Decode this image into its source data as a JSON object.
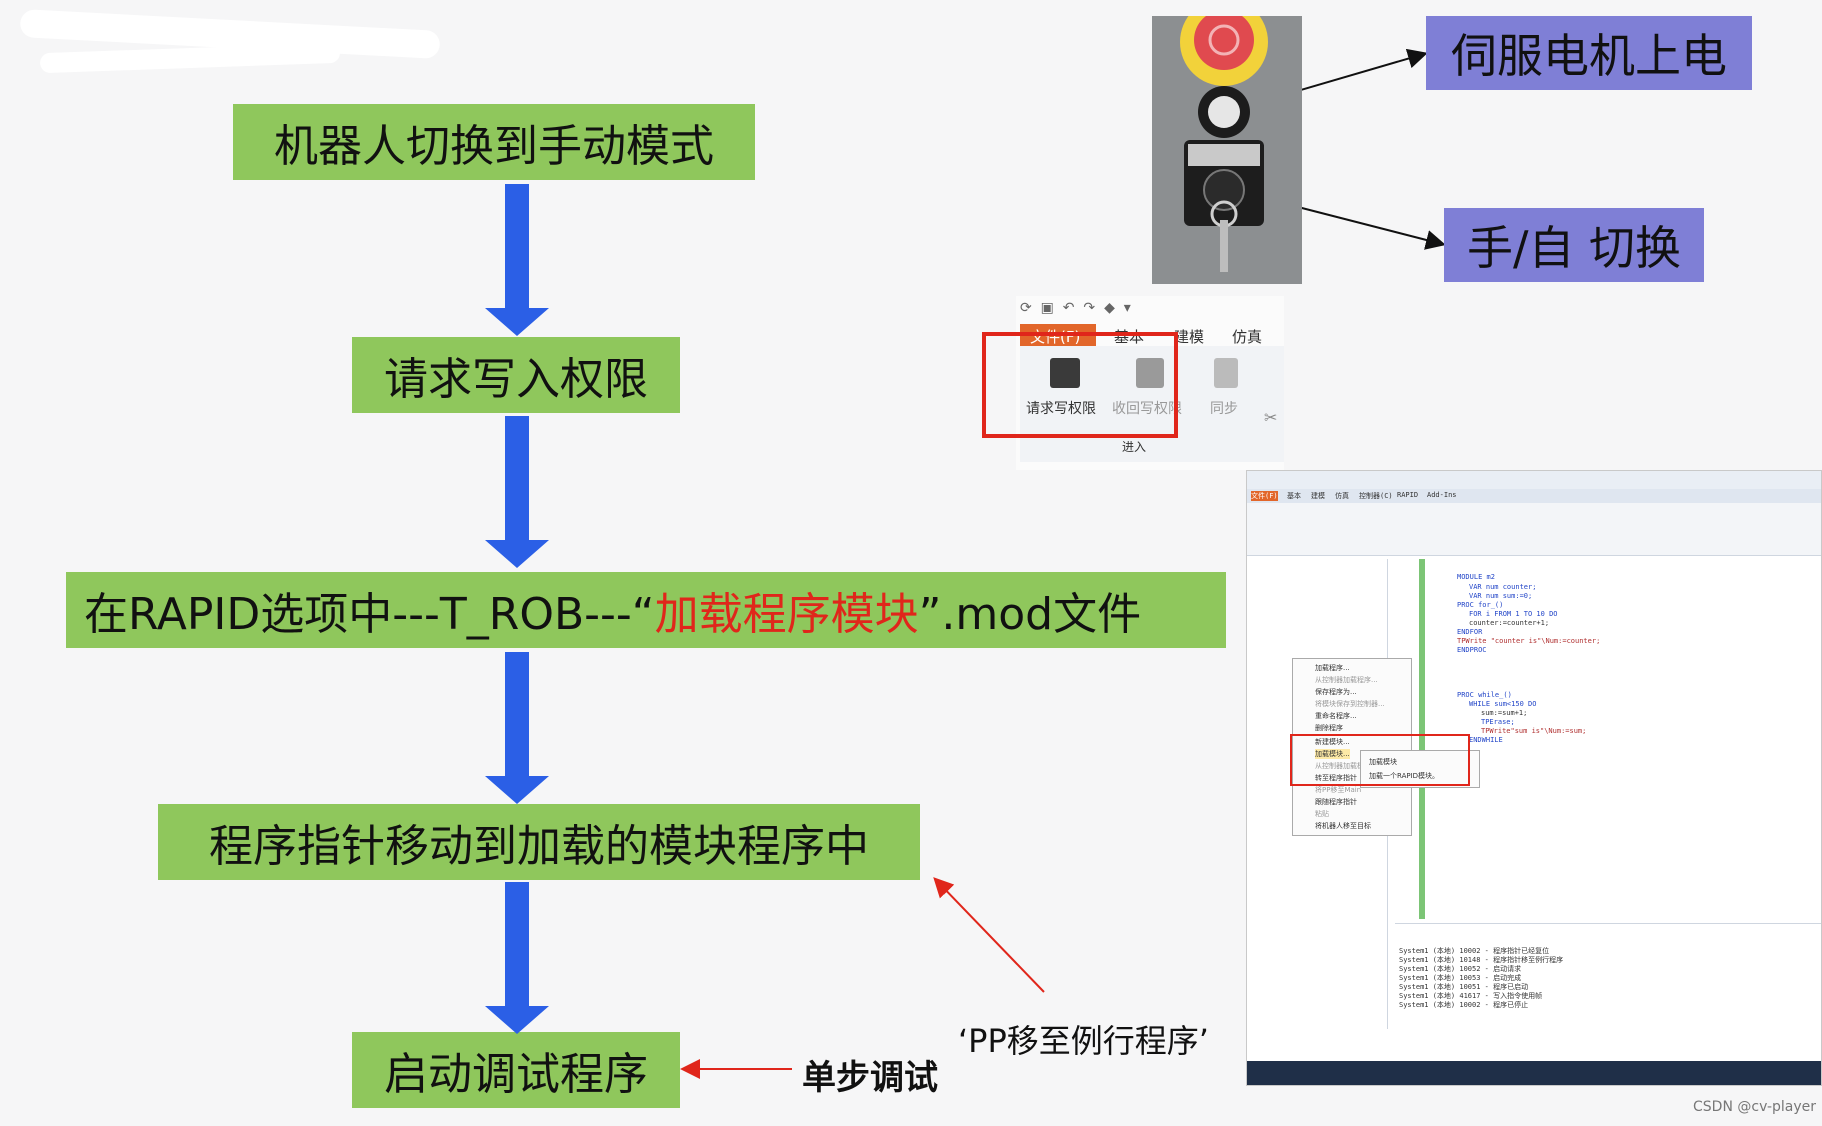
{
  "flow": {
    "step1": "机器人切换到手动模式",
    "step2": "请求写入权限",
    "step3": {
      "pre": "在RAPID选项中---T_ROB---“",
      "highlight": "加载程序模块",
      "post": "”.mod文件"
    },
    "step4": "程序指针移动到加载的模块程序中",
    "step5": "启动调试程序"
  },
  "labels": {
    "servo": "伺服电机上电",
    "mode_switch": "手/自 切换"
  },
  "notes": {
    "pp": "‘PP移至例行程序’",
    "single_step": "单步调试"
  },
  "ribbon": {
    "tabs": [
      "文件(F)",
      "基本",
      "建模",
      "仿真"
    ],
    "request_write": "请求写权限",
    "revoke_write": "收回写权限",
    "sync": "同步",
    "group": "进入"
  },
  "studio": {
    "tabs": [
      "文件(F)",
      "基本",
      "建模",
      "仿真",
      "控制器(C)",
      "RAPID",
      "Add-Ins"
    ],
    "code": [
      "MODULE m2",
      "VAR num counter;",
      "VAR num sum:=0;",
      "PROC for_()",
      "FOR i FROM 1 TO 10 DO",
      "counter:=counter+1;",
      "ENDFOR",
      "TPWrite \"counter is\"\\Num:=counter;",
      "ENDPROC",
      "PROC while_()",
      "WHILE sum<150 DO",
      "sum:=sum+1;",
      "TPErase;",
      "TPWrite\"sum is\"\\Num:=sum;",
      "ENDWHILE"
    ],
    "context_menu": [
      "加载程序...",
      "从控制器加载程序...",
      "保存程序为...",
      "将模块保存到控制器...",
      "重命名程序...",
      "删除程序",
      "新建模块...",
      "加载模块...",
      "从控制器加载模块...",
      "转至程序指针",
      "将PP移至Main",
      "跟随程序指针",
      "粘贴",
      "将机器人移至目标"
    ],
    "submenu": [
      "加载模块",
      "加载一个RAPID模块。"
    ],
    "output_rows": [
      "System1 (本地) 10002 - 程序指针已经复位",
      "System1 (本地) 10148 - 程序指针移至例行程序",
      "System1 (本地) 10052 - 启动请求",
      "System1 (本地) 10053 - 启动完成",
      "System1 (本地) 10051 - 程序已启动",
      "System1 (本地) 41617 - 写入指令使用帧",
      "System1 (本地) 10002 - 程序已停止"
    ]
  },
  "watermark": "CSDN @cv-player",
  "colors": {
    "box": "#8fc75c",
    "label": "#7f7fd6",
    "arrow": "#2b5fe6",
    "red": "#e0261b"
  }
}
